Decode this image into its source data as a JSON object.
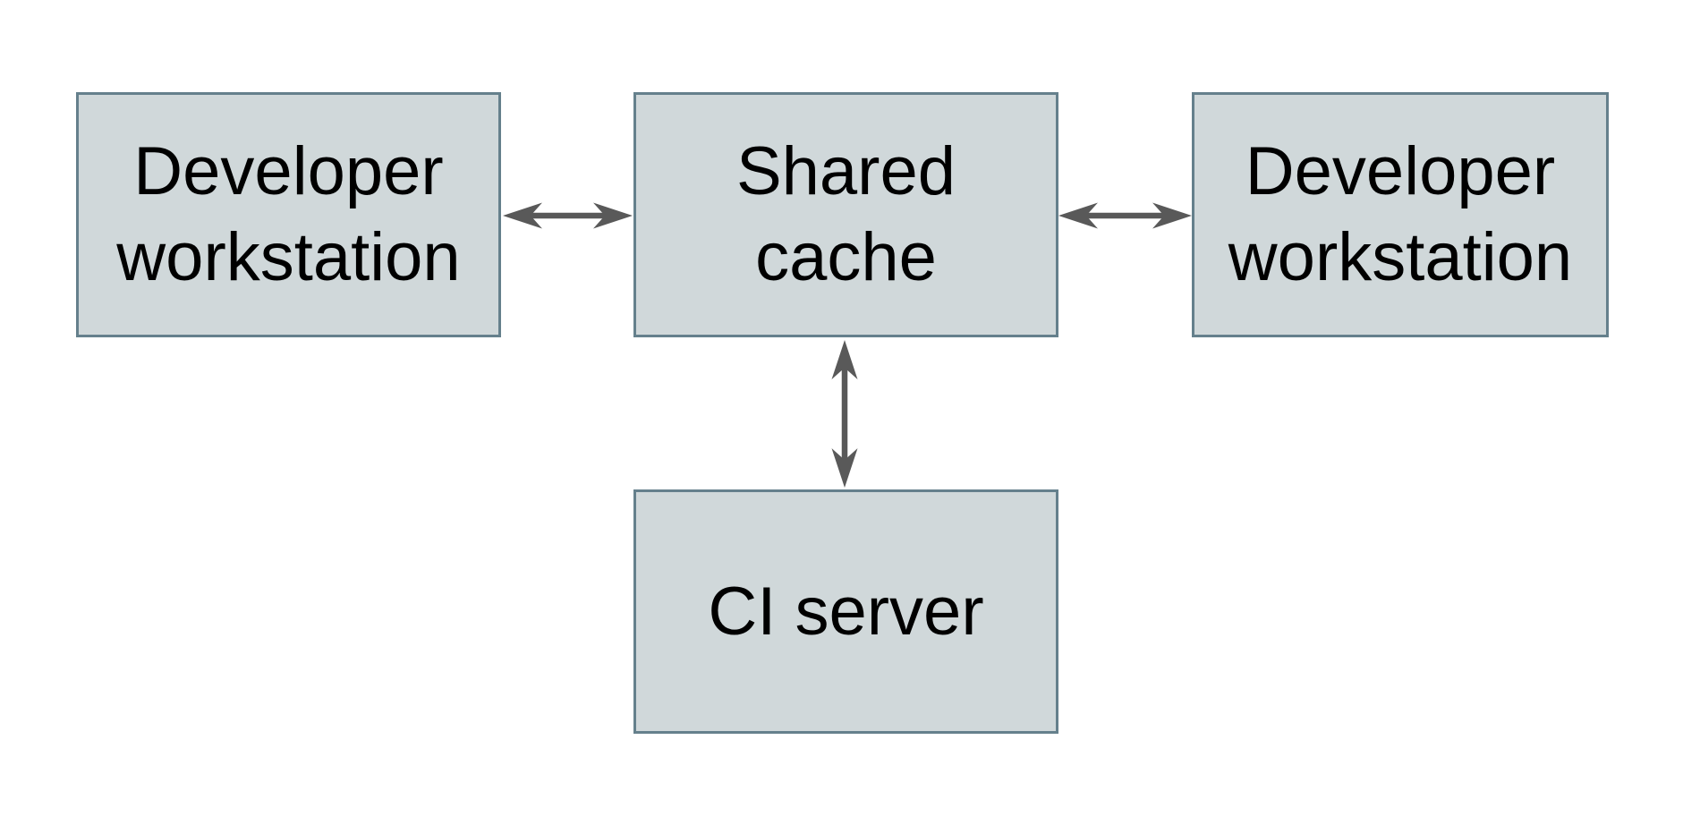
{
  "diagram": {
    "nodes": {
      "dev_workstation_left": {
        "label": "Developer\nworkstation"
      },
      "shared_cache": {
        "label": "Shared\ncache"
      },
      "dev_workstation_right": {
        "label": "Developer\nworkstation"
      },
      "ci_server": {
        "label": "CI server"
      }
    },
    "edges": [
      {
        "from": "dev_workstation_left",
        "to": "shared_cache",
        "direction": "bidirectional",
        "orientation": "horizontal"
      },
      {
        "from": "shared_cache",
        "to": "dev_workstation_right",
        "direction": "bidirectional",
        "orientation": "horizontal"
      },
      {
        "from": "shared_cache",
        "to": "ci_server",
        "direction": "bidirectional",
        "orientation": "vertical"
      }
    ],
    "colors": {
      "background": "#ffffff",
      "node_fill": "#d0d8da",
      "node_border": "#65808c",
      "arrow": "#595959",
      "text": "#000000"
    }
  }
}
